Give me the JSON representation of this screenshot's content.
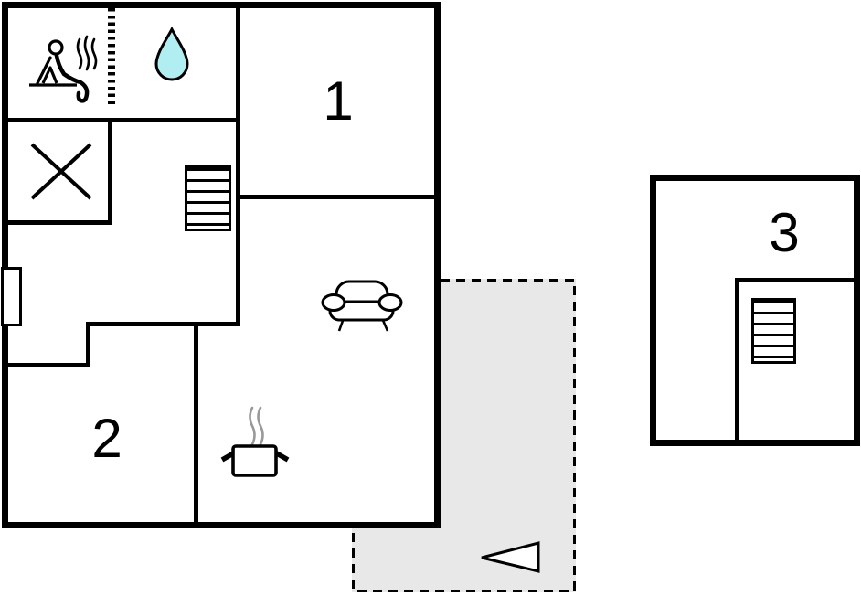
{
  "rooms": [
    {
      "label": "1"
    },
    {
      "label": "2"
    },
    {
      "label": "3"
    }
  ],
  "areas": {
    "terrace": {
      "has_entrance_arrow": true
    },
    "sauna": {
      "has_person_icon": true,
      "has_steam_icon": true,
      "has_water_drop_icon": true
    },
    "kitchen": {
      "has_cooking_pot_icon": true
    },
    "living": {
      "has_sofa_icon": true
    }
  },
  "icons": [
    {
      "name": "sauna-person-icon",
      "depicts": "person sitting on sauna bench"
    },
    {
      "name": "sauna-steam-icon",
      "depicts": "three wavy steam lines"
    },
    {
      "name": "water-drop-icon",
      "depicts": "water drop (bathroom)"
    },
    {
      "name": "x-mark-icon",
      "depicts": "crossed-out square (closet/void)"
    },
    {
      "name": "stairs-main-icon",
      "depicts": "staircase, main building"
    },
    {
      "name": "stairs-annex-icon",
      "depicts": "staircase, annex building"
    },
    {
      "name": "sofa-icon",
      "depicts": "sofa (living room)"
    },
    {
      "name": "cooking-pot-icon",
      "depicts": "steaming pot (kitchen)"
    },
    {
      "name": "entrance-arrow-icon",
      "depicts": "triangle arrow pointing left (entrance)"
    },
    {
      "name": "door-icon",
      "depicts": "door/window symbol on left wall"
    }
  ],
  "colors": {
    "wall": "#000000",
    "background": "#ffffff",
    "terrace_fill": "#e8e8e8",
    "water_drop_fill": "#b0eef2",
    "steam_gray": "#999999",
    "icon_stroke": "#000000"
  }
}
